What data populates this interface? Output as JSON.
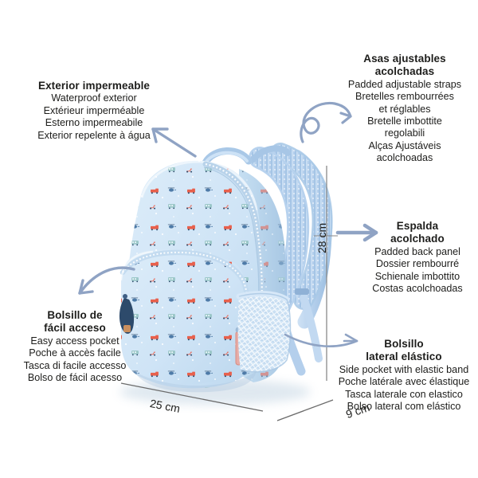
{
  "product": {
    "name": "Kids backpack",
    "pattern": "vehicles print",
    "base_color": "#cfe3f4",
    "accent_red": "#e8604c",
    "accent_teal": "#8fc3c6",
    "accent_navy": "#2d4a6b",
    "strap_color": "#b9d4ef",
    "background": "#ffffff",
    "arrow_color": "#8fa3c4",
    "text_color": "#1d1d1b"
  },
  "callouts": {
    "waterproof": {
      "heading": "Exterior impermeable",
      "lines": [
        "Waterproof exterior",
        "Extérieur imperméable",
        "Esterno impermeabile",
        "Exterior repelente à água"
      ]
    },
    "straps": {
      "heading_line1": "Asas ajustables",
      "heading_line2": "acolchadas",
      "lines": [
        "Padded adjustable straps",
        "Bretelles rembourrées",
        "et réglables",
        "Bretelle imbottite",
        "regolabili",
        "Alças Ajustáveis",
        "acolchoadas"
      ]
    },
    "back_panel": {
      "heading_line1": "Espalda",
      "heading_line2": "acolchado",
      "lines": [
        "Padded back panel",
        "Dossier rembourré",
        "Schienale imbottito",
        "Costas acolchoadas"
      ]
    },
    "side_pocket": {
      "heading_line1": "Bolsillo",
      "heading_line2": "lateral elástico",
      "lines": [
        "Side pocket with elastic band",
        "Poche latérale avec élastique",
        "Tasca laterale con elastico",
        "Bolso lateral com elástico"
      ]
    },
    "front_pocket": {
      "heading_line1": "Bolsillo de",
      "heading_line2": "fácil acceso",
      "lines": [
        "Easy access pocket",
        "Poche à accès facile",
        "Tasca di facile accesso",
        "Bolso de fácil acesso"
      ]
    }
  },
  "dimensions": {
    "width": "25 cm",
    "depth": "9 cm",
    "height": "28 cm"
  },
  "icons": {
    "arrow_waterproof": "arrow-up-left-icon",
    "arrow_straps": "curly-arrow-up-right-icon",
    "arrow_back_panel": "arrow-right-icon",
    "arrow_side_pocket": "arrow-right-long-icon",
    "arrow_front_pocket": "curved-arrow-down-left-icon"
  }
}
